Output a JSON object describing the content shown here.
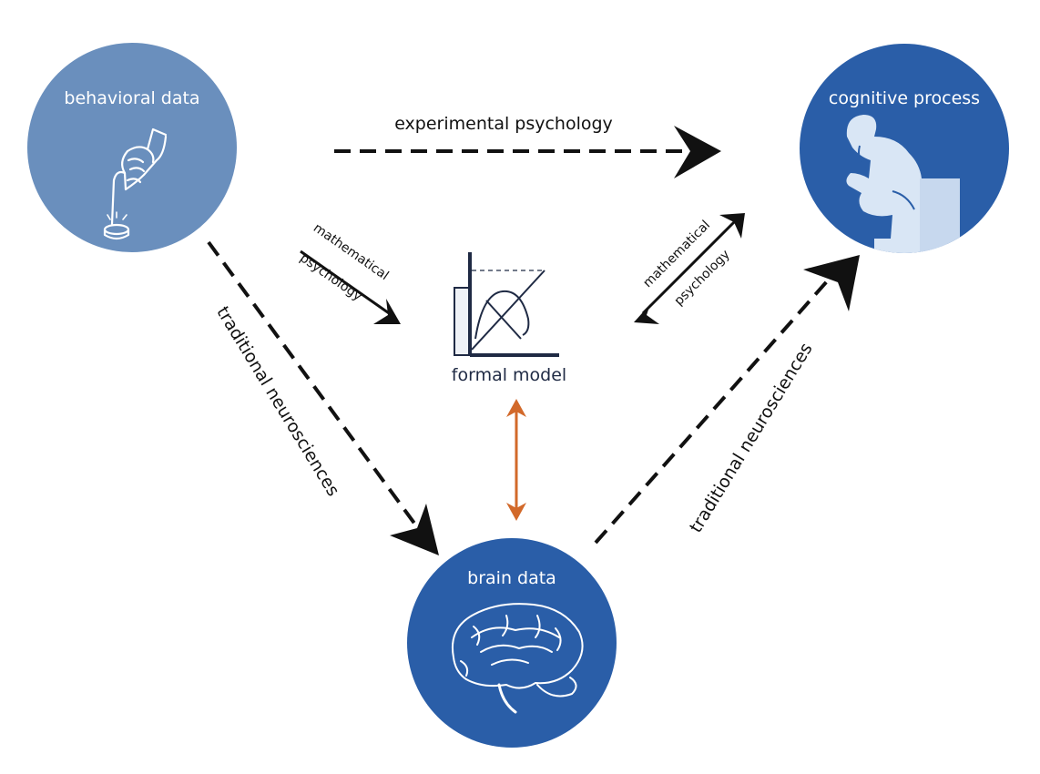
{
  "nodes": {
    "behavioral": {
      "label": "behavioral data",
      "color": "#6a8fbd",
      "icon": "finger-press-button-icon"
    },
    "cognitive": {
      "label": "cognitive process",
      "color": "#2a5ea8",
      "icon": "thinker-statue-icon"
    },
    "brain": {
      "label": "brain data",
      "color": "#2a5ea8",
      "icon": "brain-icon"
    },
    "model": {
      "label": "formal model",
      "icon": "model-plot-icon",
      "color": "#1f2a44"
    }
  },
  "edges": {
    "top": {
      "label": "experimental psychology"
    },
    "left": {
      "label": "traditional neurosciences"
    },
    "right": {
      "label": "traditional neurosciences"
    },
    "math_left": {
      "line1": "mathematical",
      "line2": "psychology"
    },
    "math_right": {
      "line1": "mathematical",
      "line2": "psychology"
    },
    "model_brain": {
      "color": "#d2692a"
    }
  }
}
